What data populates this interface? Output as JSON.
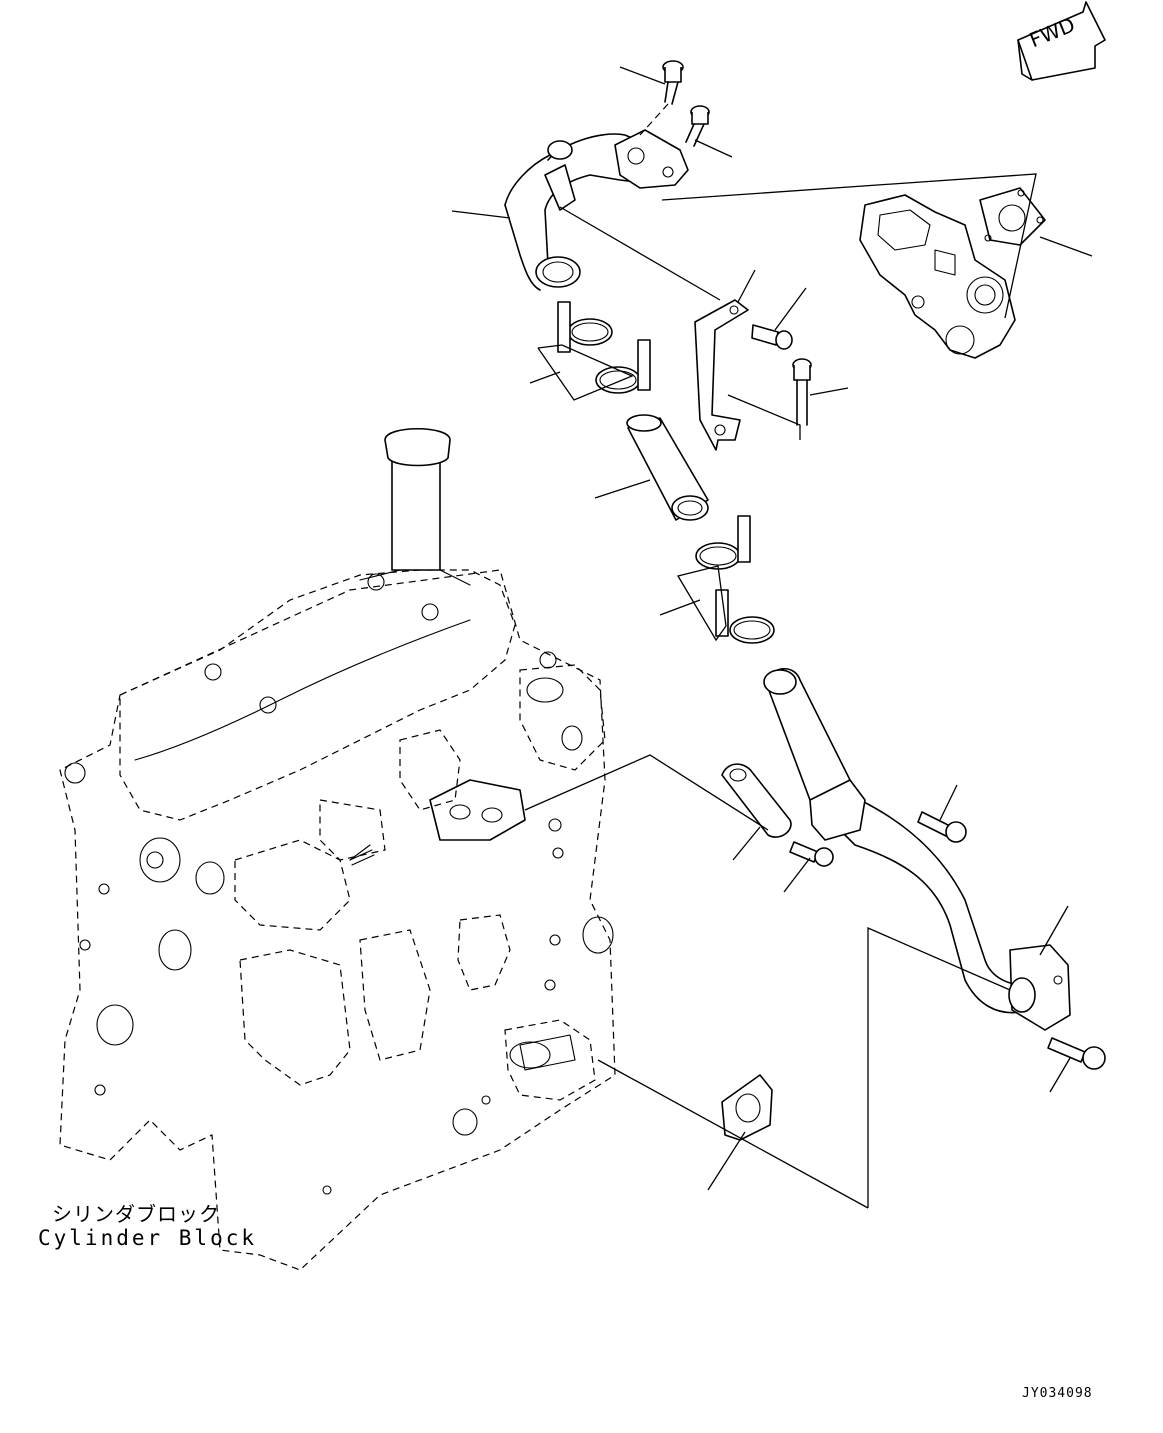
{
  "captions": {
    "cylinder_block_jp": "シリンダブロック",
    "cylinder_block_en": "Cylinder Block"
  },
  "direction_arrow": {
    "label": "FWD"
  },
  "drawing_id": "JY034098"
}
